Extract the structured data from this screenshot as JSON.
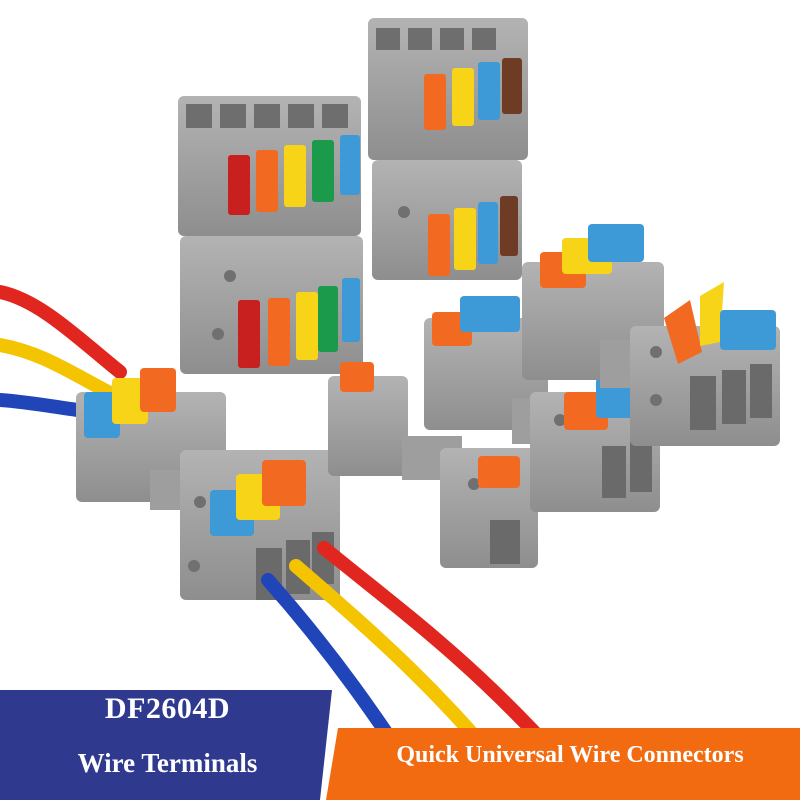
{
  "banner": {
    "model": "DF2604D",
    "product_type": "Wire Terminals",
    "tagline": "Quick Universal Wire Connectors"
  },
  "colors": {
    "banner_left": "#2f3a8f",
    "banner_right": "#f26b10",
    "housing": "#9a9a9a",
    "lever_red": "#c8201e",
    "lever_orange": "#f26a21",
    "lever_yellow": "#f7d417",
    "lever_green": "#1a9a4a",
    "lever_blue": "#3e9ad6",
    "lever_brown": "#6e3b24",
    "wire_red": "#e0261e",
    "wire_yellow": "#f5c400",
    "wire_blue": "#1f45b8"
  },
  "icons": [
    "wire-connector-housing",
    "lever-clamp",
    "insulated-wire"
  ]
}
